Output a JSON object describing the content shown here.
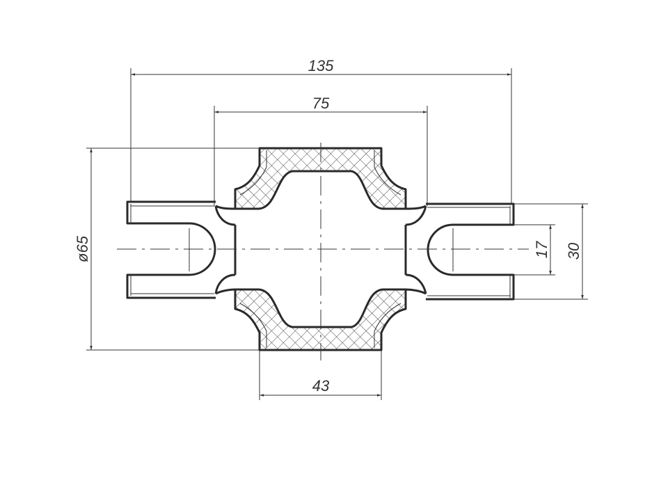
{
  "drawing": {
    "title": "Rubber-metal coupling section",
    "dimensions": {
      "overall_length": "135",
      "body_length": "75",
      "outer_diameter": "ø65",
      "rubber_width": "43",
      "slot_width": "17",
      "fork_height": "30"
    },
    "colors": {
      "line": "#2a2a2a",
      "background": "#ffffff"
    }
  }
}
